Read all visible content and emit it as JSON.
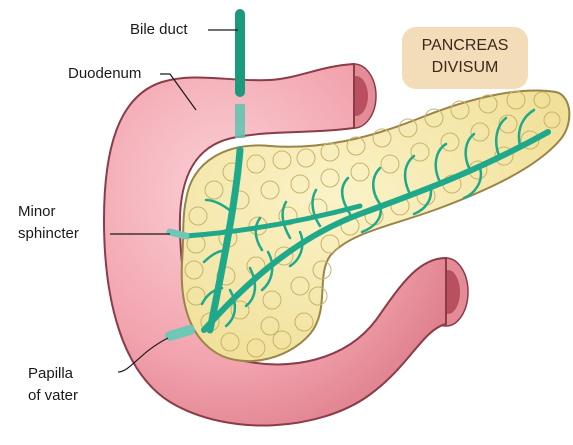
{
  "title": {
    "line1": "PANCREAS",
    "line2": "DIVISUM"
  },
  "labels": {
    "bile_duct": "Bile duct",
    "duodenum": "Duodenum",
    "minor_sphincter_1": "Minor",
    "minor_sphincter_2": "sphincter",
    "papilla_1": "Papilla",
    "papilla_2": "of vater"
  },
  "colors": {
    "duodenum": "#f4a9b2",
    "duodenum_edge": "#8a3c48",
    "pancreas": "#f6e8a8",
    "pancreas_edge": "#9a8548",
    "duct": "#1fa98a",
    "badge": "#f3dcb8"
  }
}
